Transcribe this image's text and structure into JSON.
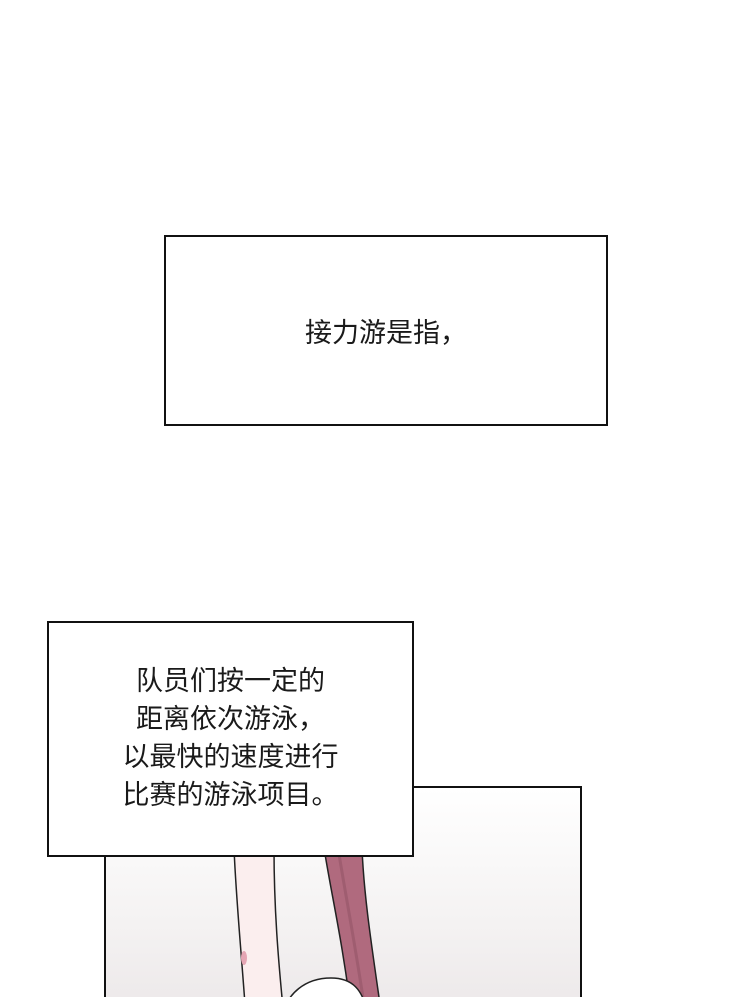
{
  "captions": [
    {
      "lines": [
        "接力游是指，"
      ]
    },
    {
      "lines": [
        "队员们按一定的",
        "距离依次游泳，",
        "以最快的速度进行",
        "比赛的游泳项目。"
      ]
    }
  ],
  "colors": {
    "border": "#111111",
    "text": "#1a1a1a",
    "skin": "#fbeeee",
    "sleeve": "#b06a7e",
    "suit": "#ffffff"
  }
}
